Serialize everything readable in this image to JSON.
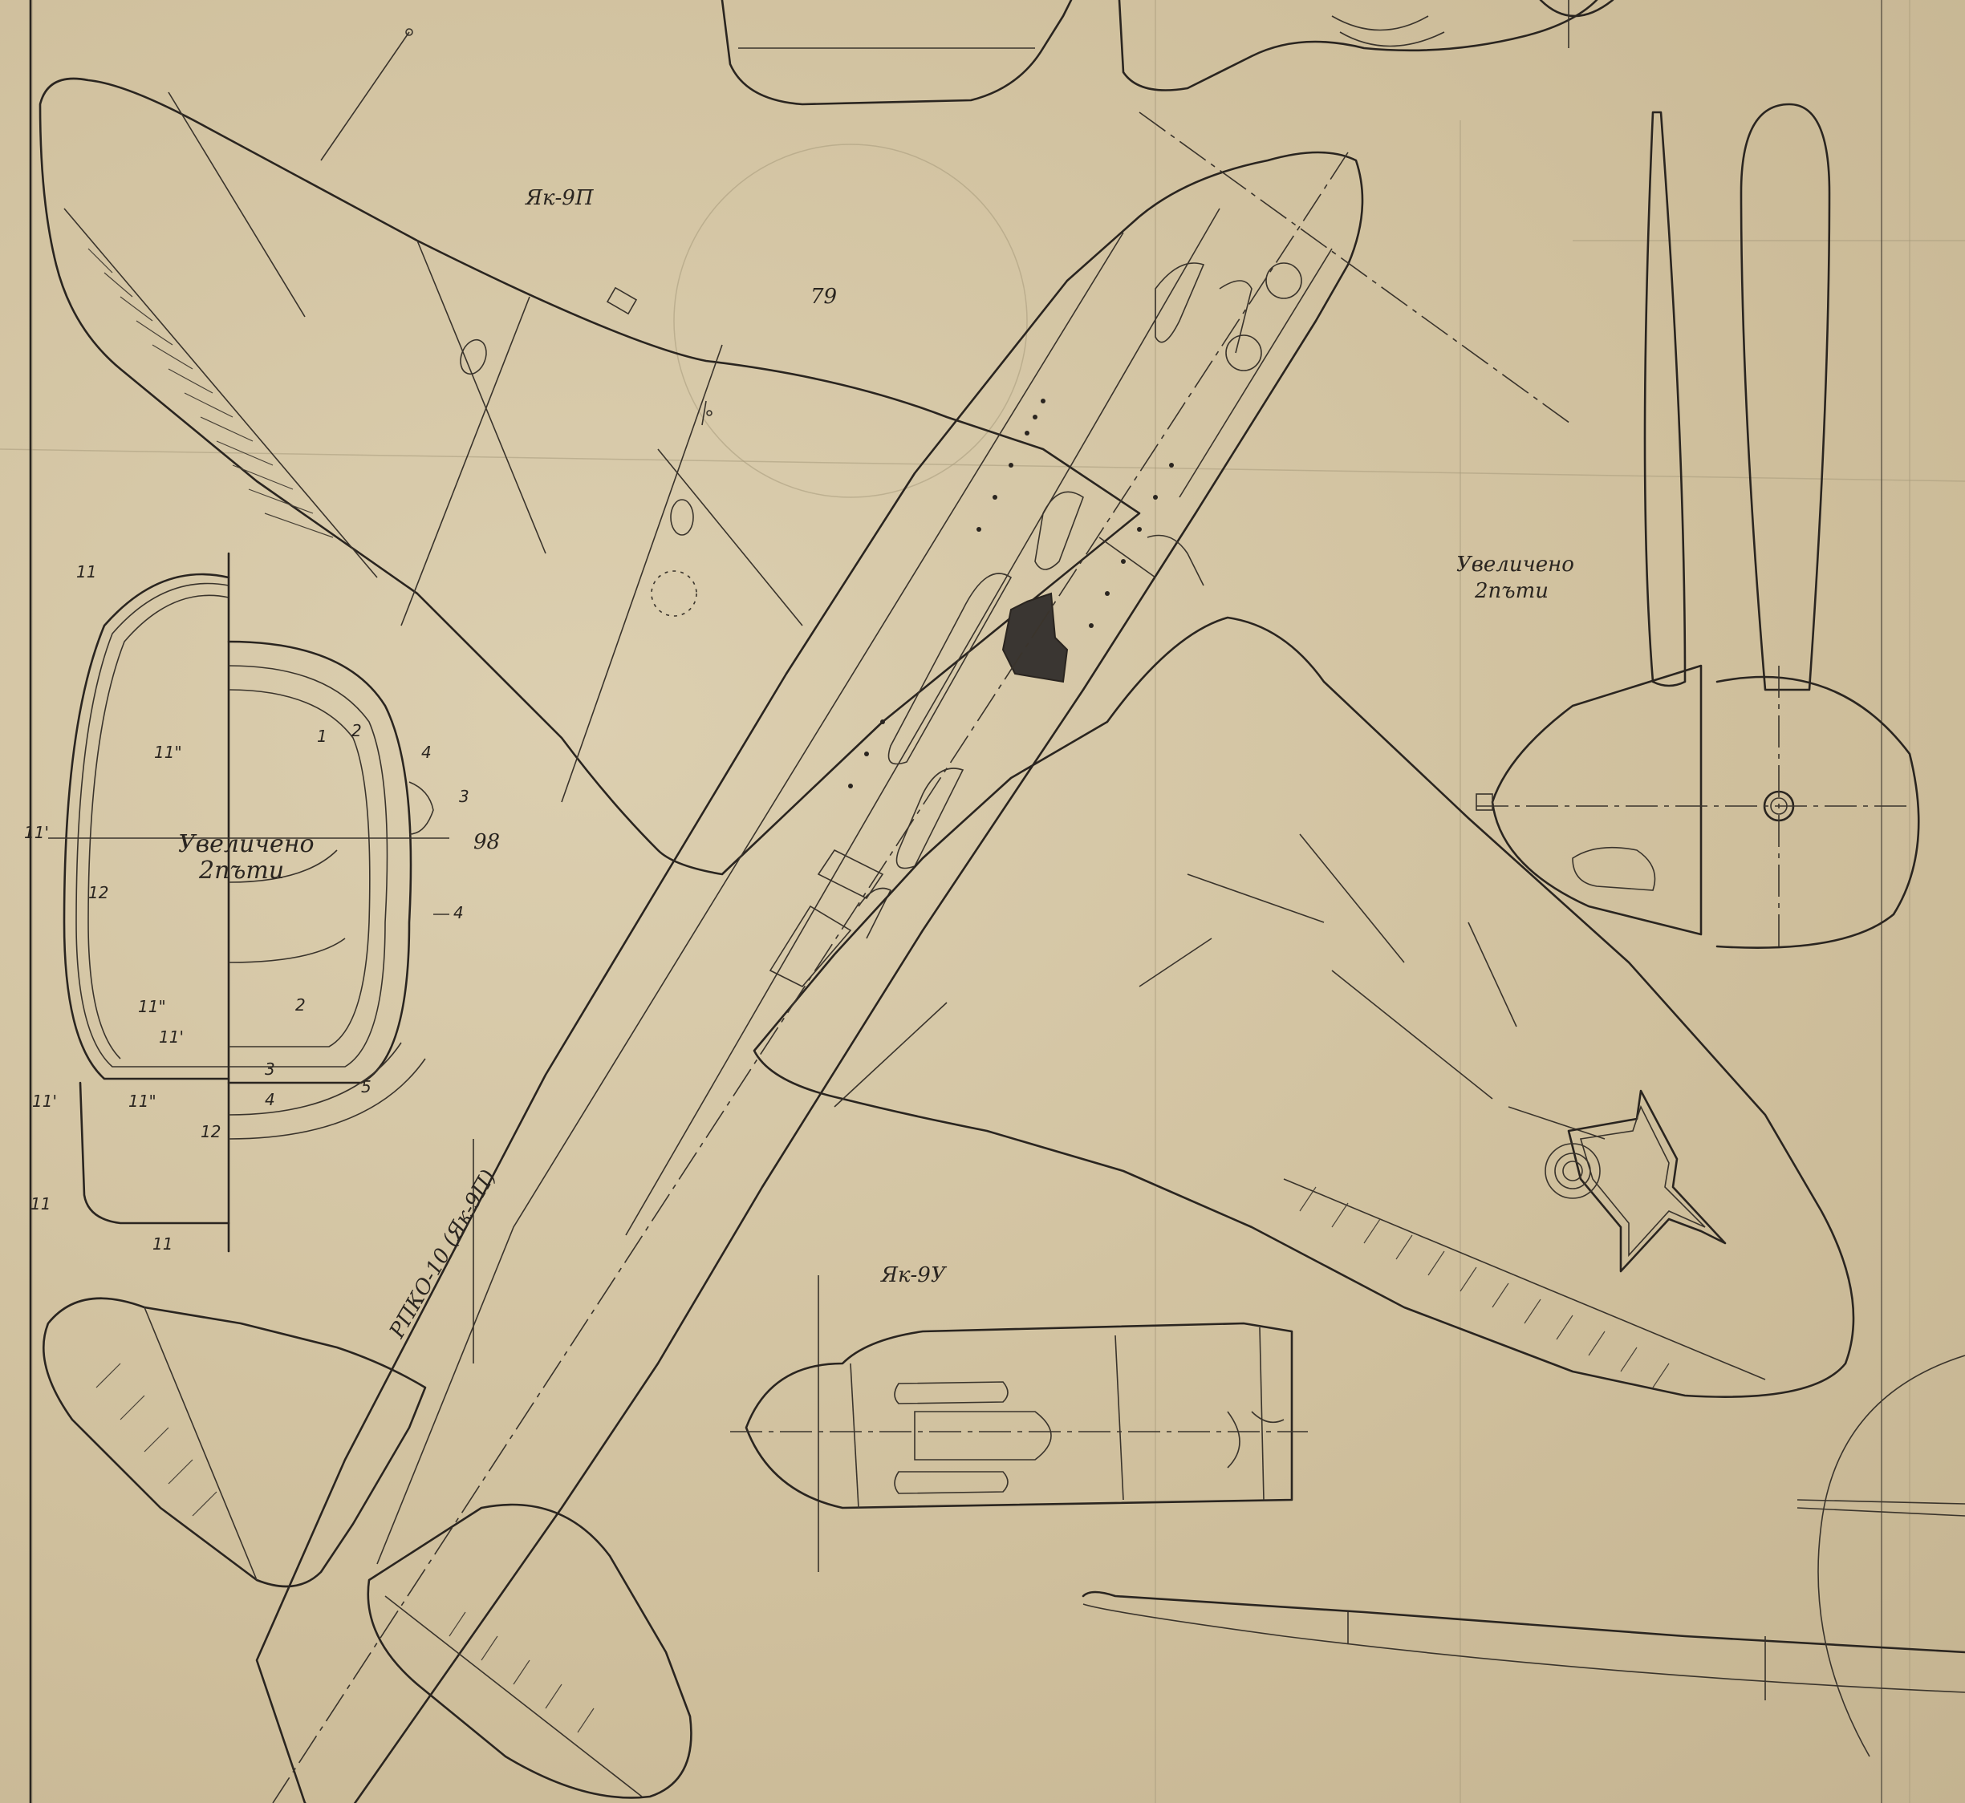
{
  "labels": {
    "wing_top": "Як-9П",
    "wing_callout_79": "79",
    "wing_callout_98": "98",
    "enlarged_left_line1": "Увеличено",
    "enlarged_left_line2": "2пъти",
    "enlarged_right_line1": "Увеличено",
    "enlarged_right_line2": "2пъти",
    "radio": "РПКО-10 (Як-9П)",
    "nose_view": "Як-9У"
  },
  "canopy_numbers": {
    "n11a": "11",
    "n11b": "11\"",
    "n11c": "11'",
    "n12a": "12",
    "n1": "1",
    "n2a": "2",
    "n4a": "4",
    "n3a": "3",
    "n4b": "4",
    "n2b": "2",
    "n11d": "11\"",
    "n11e": "11'",
    "n3b": "3",
    "n4c": "4",
    "n5": "5",
    "n11f": "11'",
    "n11g": "11\"",
    "n12b": "12",
    "n11h": "11",
    "n11i": "11"
  },
  "colors": {
    "paper": "#d4c5a4",
    "ink": "#2a2520",
    "fill_dark": "#3a3632"
  }
}
